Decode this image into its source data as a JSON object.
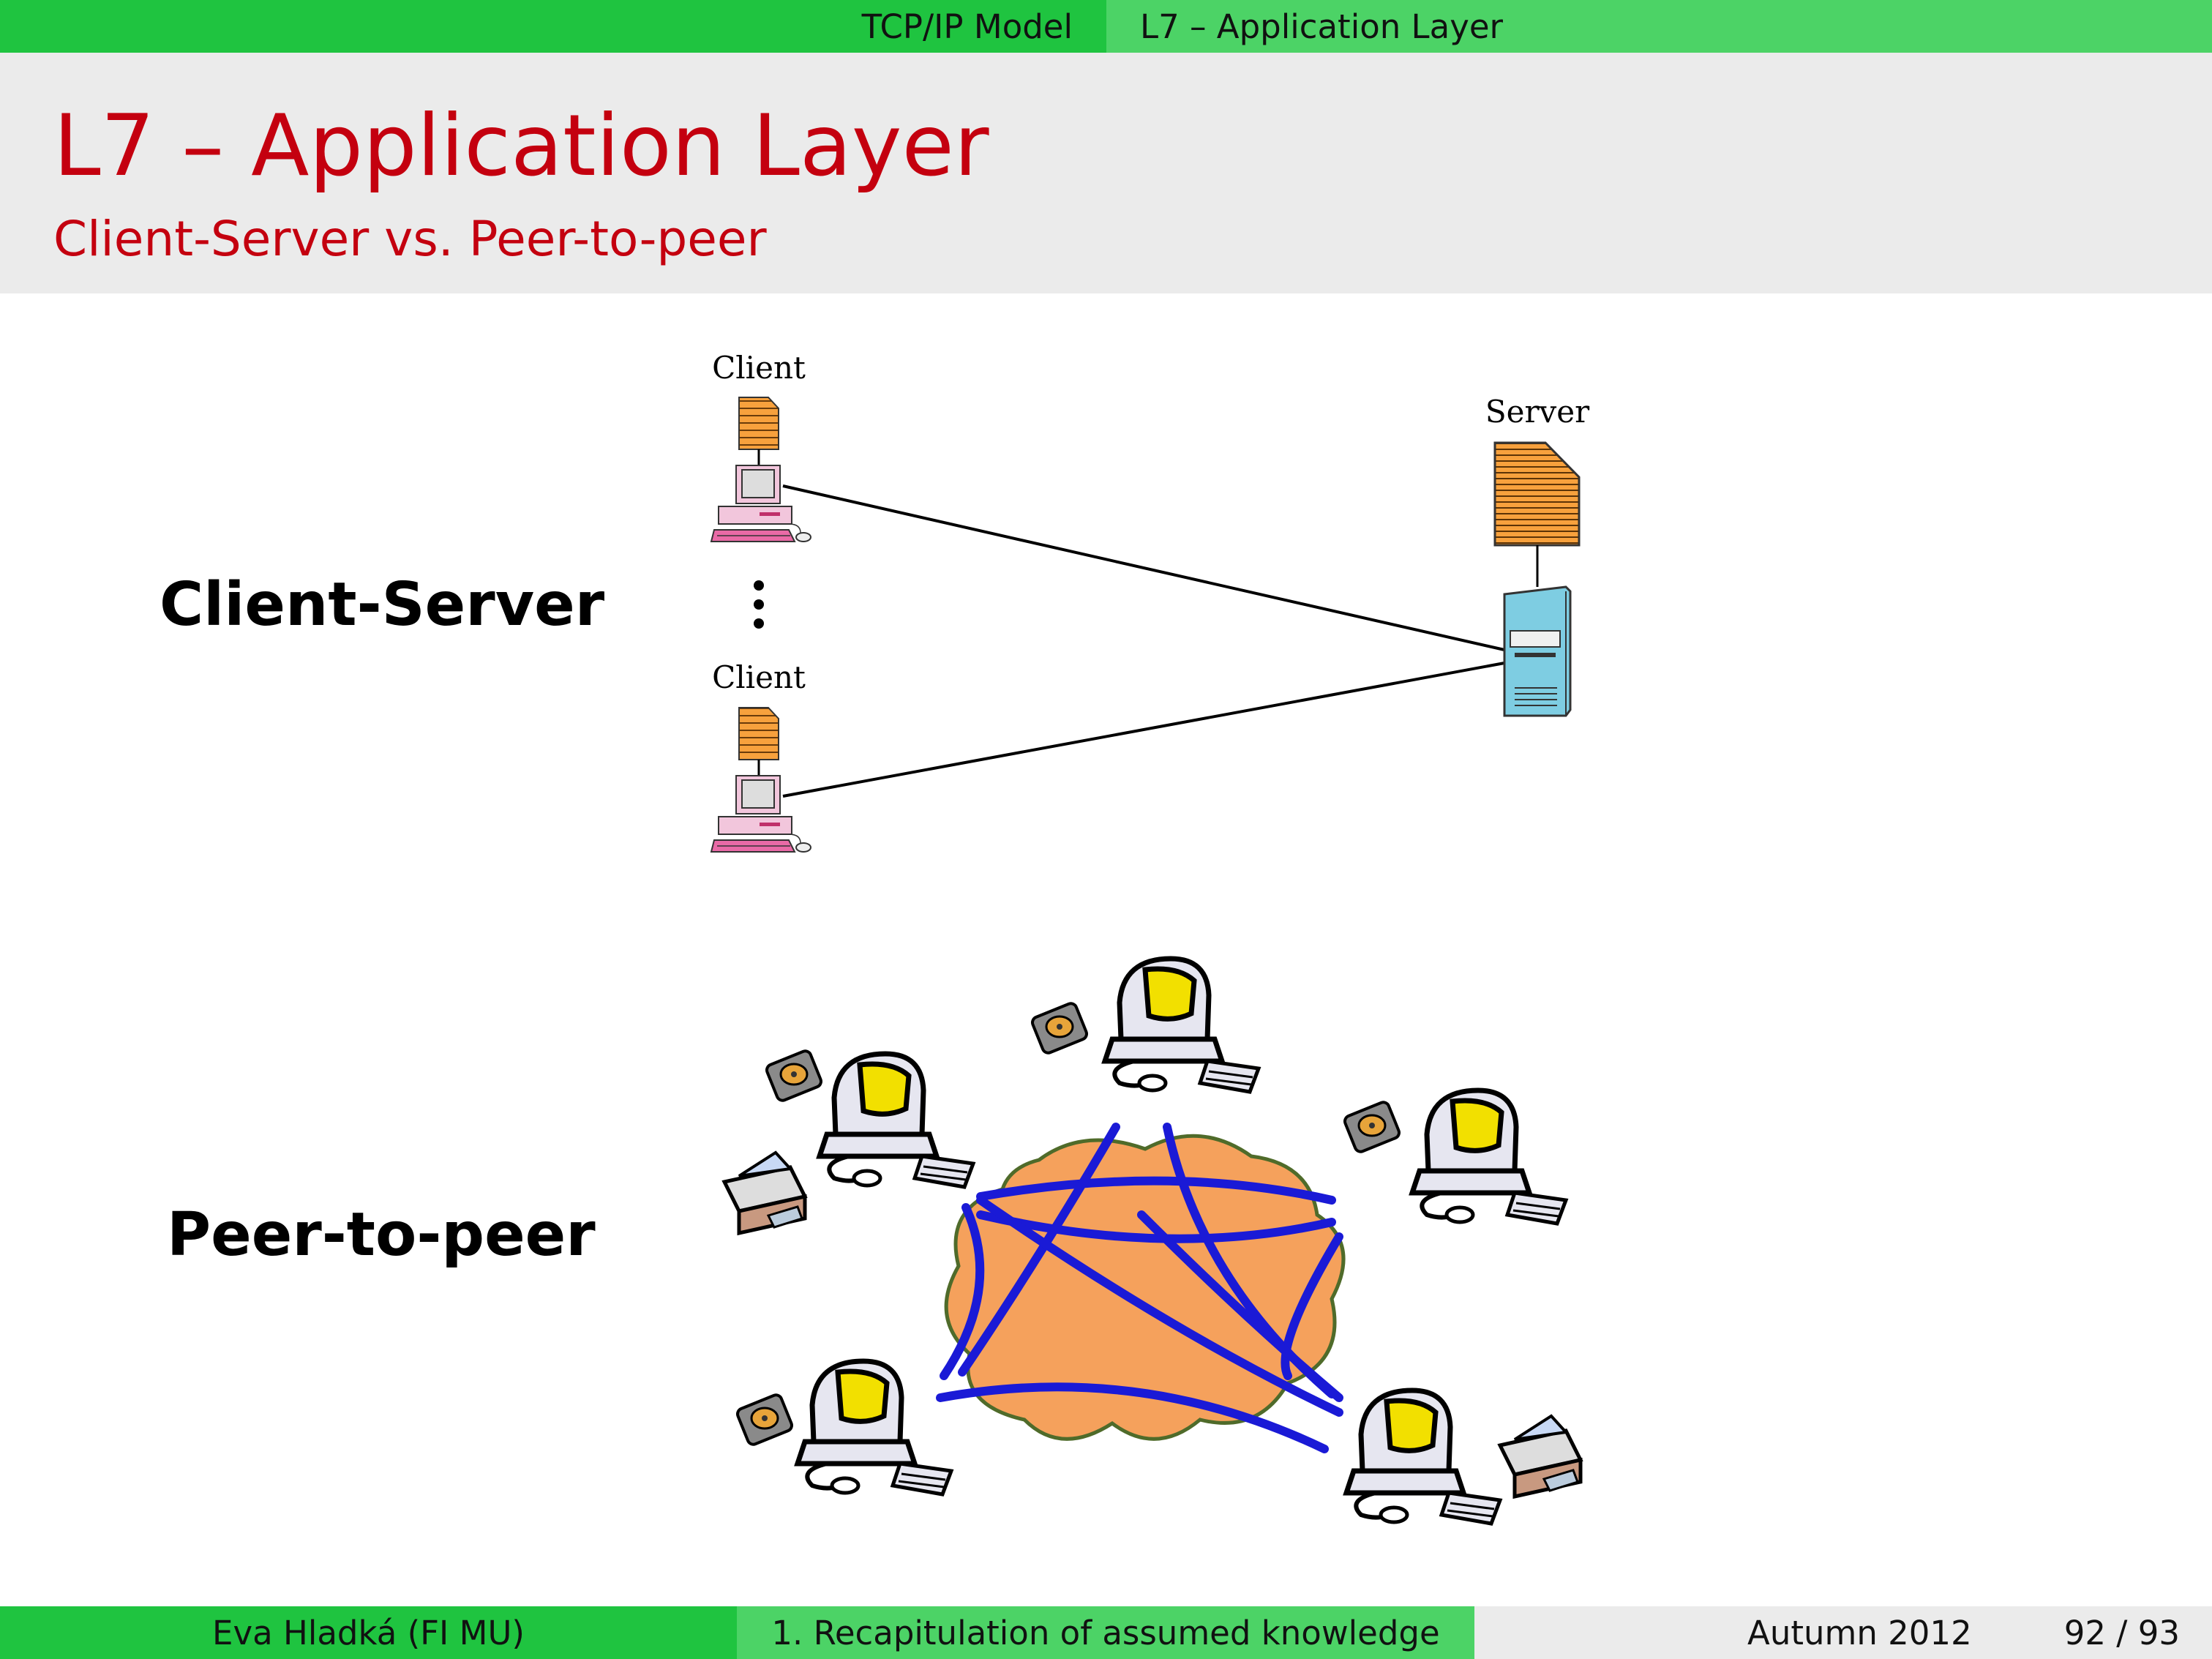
{
  "nav": {
    "section": "TCP/IP Model",
    "subsection": "L7 – Application Layer"
  },
  "title": "L7 – Application Layer",
  "subtitle": "Client-Server vs. Peer-to-peer",
  "labels": {
    "client_server": "Client-Server",
    "peer_to_peer": "Peer-to-peer"
  },
  "diagram": {
    "client_label": "Client",
    "server_label": "Server"
  },
  "footer": {
    "author": "Eva Hladká  (FI MU)",
    "section": "1. Recapitulation of assumed knowledge",
    "date": "Autumn 2012",
    "page": "92 / 93"
  },
  "colors": {
    "title": "#c4000f",
    "bar_dark": "#1fc440",
    "bar_light": "#4cd366",
    "doc_orange": "#f7a13d",
    "server_blue": "#7ecde2",
    "cloud": "#f5a15c",
    "link_blue": "#1a1ad6"
  }
}
